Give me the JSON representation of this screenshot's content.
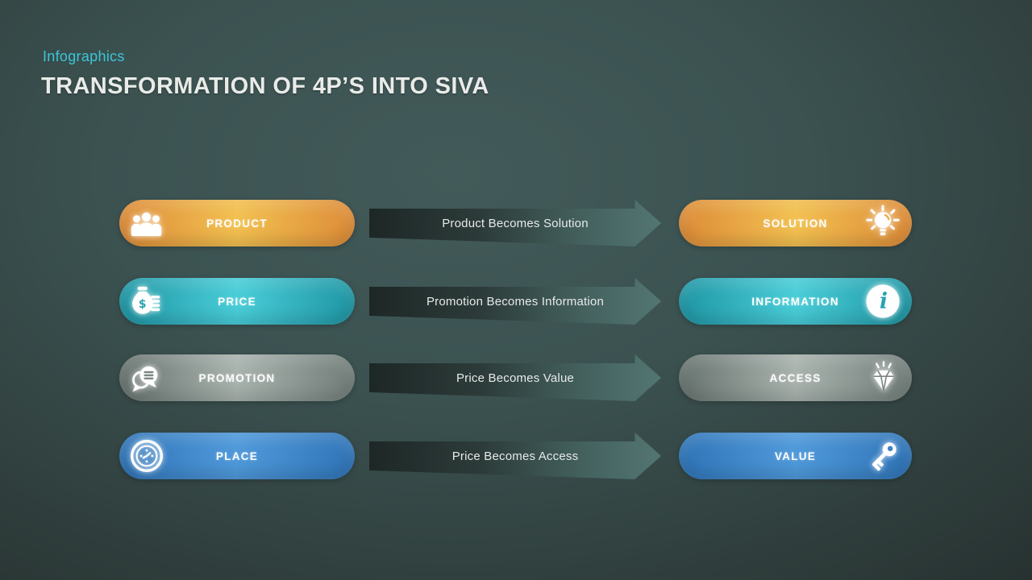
{
  "page": {
    "kicker": "Infographics",
    "title": "TRANSFORMATION OF 4P’S INTO SIVA"
  },
  "colors": {
    "background_center": "#425a59",
    "background_edge": "#242e2d",
    "kicker": "#3cc5d8",
    "title": "#e9ebe8",
    "row_orange": "#eda945",
    "row_teal": "#35b4c2",
    "row_gray": "#8d9793",
    "row_blue": "#3f87c9",
    "arrow_dark": "#1d2726",
    "arrow_light": "#537673"
  },
  "rows": [
    {
      "left": {
        "label": "PRODUCT",
        "icon": "users-icon"
      },
      "arrow_label": "Product Becomes Solution",
      "right": {
        "label": "SOLUTION",
        "icon": "lightbulb-icon"
      }
    },
    {
      "left": {
        "label": "PRICE",
        "icon": "money-bag-icon"
      },
      "arrow_label": "Promotion Becomes Information",
      "right": {
        "label": "INFORMATION",
        "icon": "info-icon"
      }
    },
    {
      "left": {
        "label": "PROMOTION",
        "icon": "chat-icon"
      },
      "arrow_label": "Price Becomes Value",
      "right": {
        "label": "ACCESS",
        "icon": "diamond-icon"
      }
    },
    {
      "left": {
        "label": "PLACE",
        "icon": "clock-icon"
      },
      "arrow_label": "Price Becomes Access",
      "right": {
        "label": "VALUE",
        "icon": "key-icon"
      }
    }
  ]
}
